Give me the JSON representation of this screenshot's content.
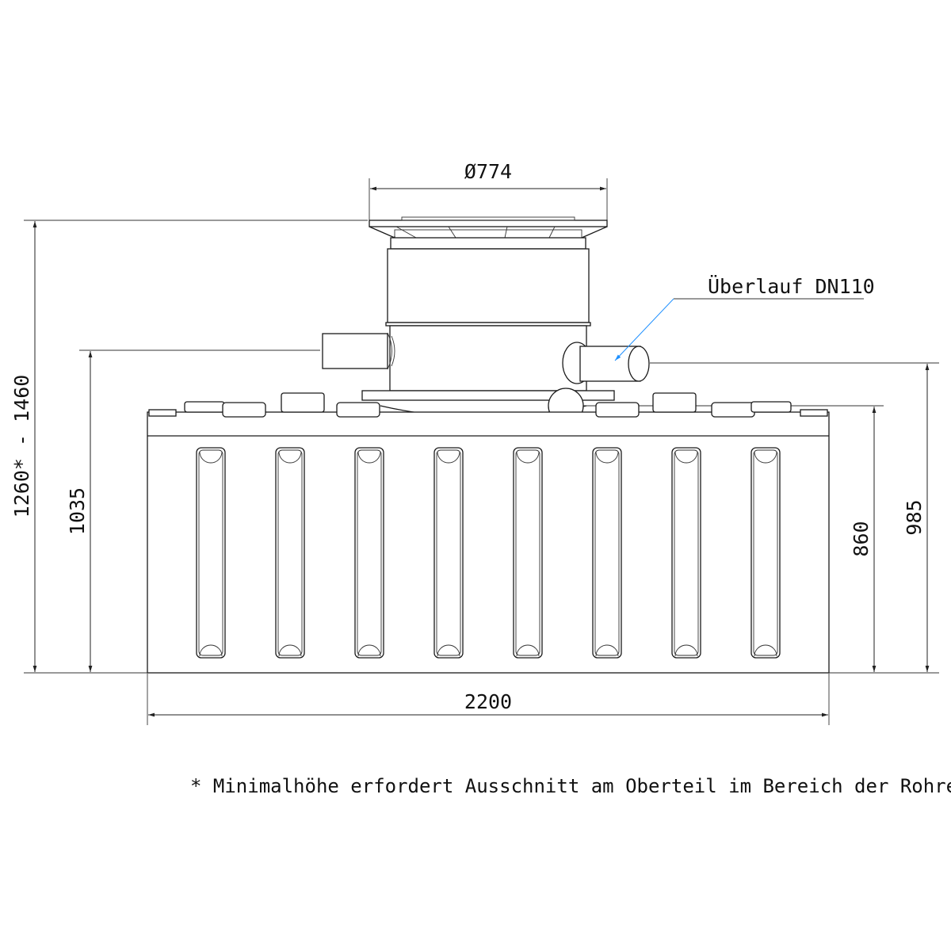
{
  "title": "Tank side view technical drawing",
  "dimensions": {
    "top_diameter": "Ø774",
    "width": "2200",
    "total_height": "1260* - 1460",
    "inlet_height": "1035",
    "tank_height": "860",
    "overflow_height": "985"
  },
  "callout": {
    "label": "Überlauf DN110"
  },
  "footnote": "* Minimalhöhe erfordert Ausschnitt am Oberteil im Bereich der Rohre",
  "colors": {
    "callout_arrow": "#1e90ff",
    "lines": "#1a1a1a"
  }
}
